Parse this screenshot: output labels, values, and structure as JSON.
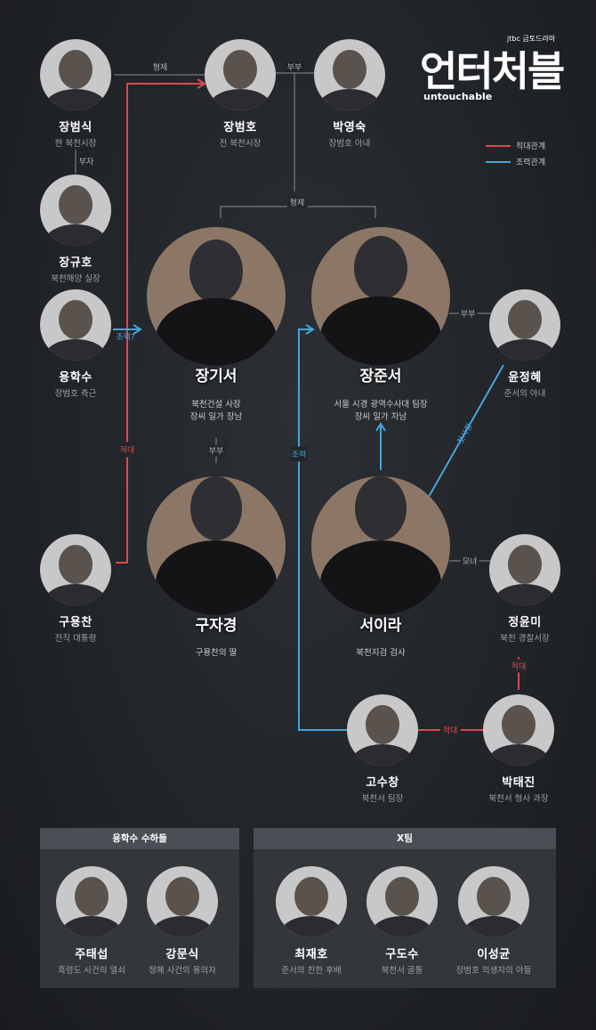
{
  "title": {
    "main": "언터처블",
    "sub": "untouchable",
    "network": "jtbc 금토드라마"
  },
  "legend": [
    {
      "label": "적대관계",
      "color": "#e0484c"
    },
    {
      "label": "조력관계",
      "color": "#45a6d8"
    }
  ],
  "people": {
    "jang_beomsik": {
      "name": "장범식",
      "role": "현 북천시장"
    },
    "jang_beomho": {
      "name": "장범호",
      "role": "전 북천시장"
    },
    "park_yeongsuk": {
      "name": "박영숙",
      "role": "장범호 아내"
    },
    "jang_gyuho": {
      "name": "장규호",
      "role": "북천해양 실장"
    },
    "yong_haksu": {
      "name": "용학수",
      "role": "장범호 측근"
    },
    "jang_giseo": {
      "name": "장기서",
      "role": "북천건설 사장\n장씨 일가 장남"
    },
    "jang_junseo": {
      "name": "장준서",
      "role": "서울 시경 광역수사대 팀장\n장씨 일가 차남"
    },
    "yun_jeonghye": {
      "name": "윤정혜",
      "role": "준서의 아내"
    },
    "gu_yongchan": {
      "name": "구용찬",
      "role": "전직 대통령"
    },
    "gu_jagyeong": {
      "name": "구자경",
      "role": "구용찬의 딸"
    },
    "seo_ira": {
      "name": "서이라",
      "role": "북천지검 검사"
    },
    "jeong_yunmi": {
      "name": "정윤미",
      "role": "북천 경찰서장"
    },
    "go_suchang": {
      "name": "고수창",
      "role": "북천서 팀장"
    },
    "park_taejin": {
      "name": "박태진",
      "role": "북천서 형사 과장"
    }
  },
  "relations": {
    "brothers_top": "형제",
    "couple_top": "부부",
    "father_son": "부자",
    "brothers_mid": "형제",
    "help_question": "조력?",
    "hostile_left": "적대",
    "couple_jang_gu": "부부",
    "help_left": "조력",
    "couple_jun_yun": "부부",
    "first_love": "첫사랑",
    "mother_daughter": "모녀",
    "hostile_right": "적대",
    "hostile_bottom": "적대"
  },
  "panels": [
    {
      "title": "용학수 수하들",
      "members": [
        {
          "name": "주태섭",
          "role": "흑령도 사건의 열쇠"
        },
        {
          "name": "강문식",
          "role": "정혜 사건의 용의자"
        }
      ]
    },
    {
      "title": "X팀",
      "members": [
        {
          "name": "최재호",
          "role": "준서의 친한 후배"
        },
        {
          "name": "구도수",
          "role": "북천서 골통"
        },
        {
          "name": "이성균",
          "role": "장범호 의생자의 아들"
        }
      ]
    }
  ],
  "colors": {
    "background": "#1f2226",
    "hostile": "#e0484c",
    "help": "#45a6d8",
    "neutral": "#8a8f94",
    "large_avatar": "#8c7766"
  }
}
